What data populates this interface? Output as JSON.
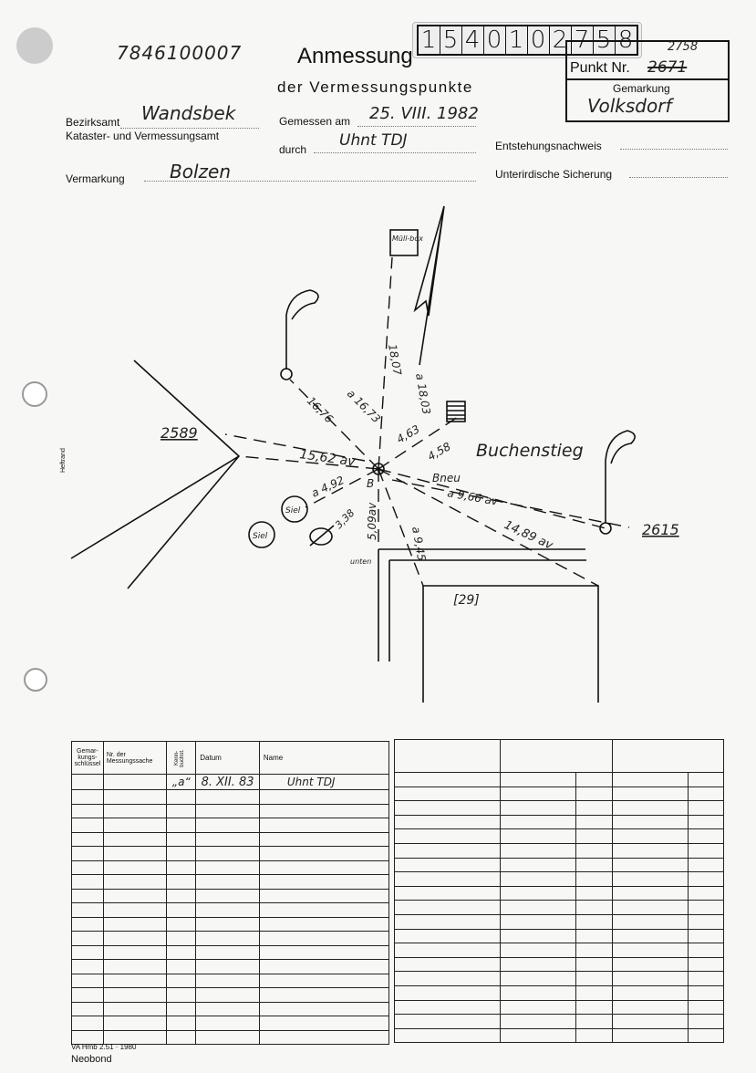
{
  "header": {
    "doc_number": "7846100007",
    "title": "Anmessung",
    "subtitle": "der Vermessungspunkte",
    "stamp_digits": [
      "1",
      "5",
      "4",
      "0",
      "1",
      "0",
      "2",
      "7",
      "5",
      "8"
    ],
    "punkt_label": "Punkt Nr.",
    "punkt_new": "2758",
    "punkt_old": "2671",
    "gemarkung_label": "Gemarkung",
    "gemarkung_value": "Volksdorf"
  },
  "fields": {
    "bezirksamt_label": "Bezirksamt",
    "bezirksamt_value": "Wandsbek",
    "kataster_label": "Kataster- und Vermessungsamt",
    "gemessen_label": "Gemessen am",
    "gemessen_value": "25. VIII. 1982",
    "durch_label": "durch",
    "durch_value": "Uhnt TDJ",
    "entstehung_label": "Entstehungsnachweis",
    "vermarkung_label": "Vermarkung",
    "vermarkung_value": "Bolzen",
    "sicherung_label": "Unterirdische Sicherung",
    "heftrand": "Heftrand"
  },
  "sketch": {
    "muellbox": "Müll-box",
    "street": "Buchenstieg",
    "bneu": "Bneu",
    "b": "B",
    "pt_2589": "2589",
    "pt_2615": "2615",
    "house": "[29]",
    "siel1": "Siel",
    "siel2": "Siel",
    "unten": "unten",
    "m_15_62": "15,62 av",
    "m_16_73": "a 16,73",
    "m_16_76": "16,76",
    "m_18_07": "18,07",
    "m_18_03": "a 18,03",
    "m_4_63": "4,63",
    "m_4_58": "4,58",
    "m_4_92": "a 4,92",
    "m_3_38": "3,38",
    "m_5_09": "5,09av",
    "m_9_45": "a 9,45",
    "m_9_66": "a 9,66 av",
    "m_14_89": "14,89 av"
  },
  "table": {
    "headers": [
      "Gemar-kungs-schlüssel",
      "Nr. der Messungssache",
      "Kenn-buchst.",
      "Datum",
      "Name"
    ],
    "rows": [
      {
        "schluessel": "",
        "nr": "",
        "kenn": "„a“",
        "datum": "8. XII. 83",
        "name": "Uhnt TDJ"
      }
    ]
  },
  "footer": {
    "form_code": "VA Hmb 2.51 · 1980",
    "paper": "Neobond"
  }
}
